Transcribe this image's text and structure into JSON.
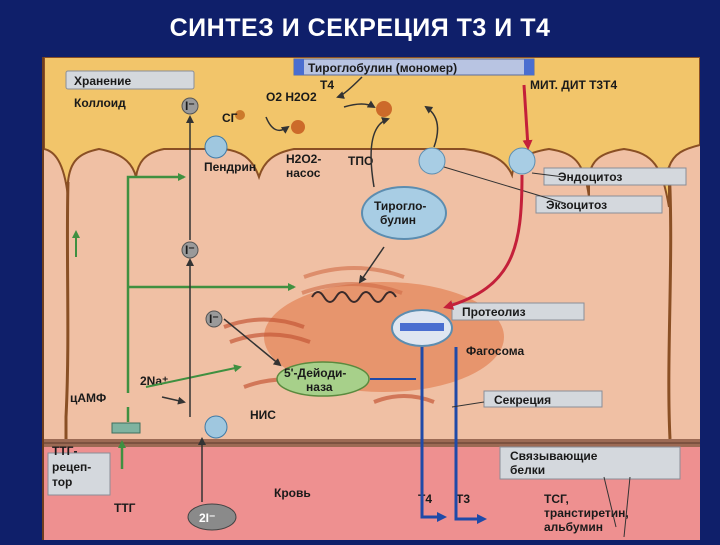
{
  "title": "СИНТЕЗ И СЕКРЕЦИЯ Т3 И Т4",
  "labels": {
    "storage": "Хранение",
    "colloid": "Коллоид",
    "thyroglobulin_monomer": "Тироглобулин (мономер)",
    "t4_top": "T4",
    "o2_h2o2": "O2  H2O2",
    "mit_dit": "МИТ. ДИТ T3T4",
    "iodide_top": "I⁻",
    "sg": "СГ",
    "pendrin": "Пендрин",
    "h2o2_pump_1": "H2O2-",
    "h2o2_pump_2": "насос",
    "tpo": "ТПО",
    "endocytosis": "Эндоцитоз",
    "exocytosis": "Экзоцитоз",
    "thyroglobulin_cell_1": "Тирогло-",
    "thyroglobulin_cell_2": "булин",
    "iodide_mid": "I⁻",
    "proteolysis": "Протеолиз",
    "iodide_low": "I⁻",
    "phagosome": "Фагосома",
    "deiodinase_1": "5'-Дейоди-",
    "deiodinase_2": "наза",
    "two_na": "2Na⁺",
    "camp": "цАМФ",
    "secretion": "Секреция",
    "nis": "НИС",
    "ttg_receptor_1": "ТТГ-",
    "ttg_receptor_2": "рецеп-",
    "ttg_receptor_3": "тор",
    "binding_proteins_1": "Связывающие",
    "binding_proteins_2": "белки",
    "blood": "Кровь",
    "t4_bottom": "T4",
    "t3_bottom": "T3",
    "ttg": "ТТГ",
    "two_iodide": "2I⁻",
    "tsg_1": "ТСГ,",
    "tsg_2": "транстиретин,",
    "tsg_3": "альбумин"
  },
  "colors": {
    "background": "#0f1f6a",
    "colloid": "#f2c56a",
    "cell": "#f0c0a4",
    "nucleus": "#e58d64",
    "blood": "#ee9090",
    "green_arrow": "#3f9040",
    "red_arrow": "#c4203a",
    "blue_arrow": "#1f4aa8",
    "label_box": "#d4d8dd"
  }
}
